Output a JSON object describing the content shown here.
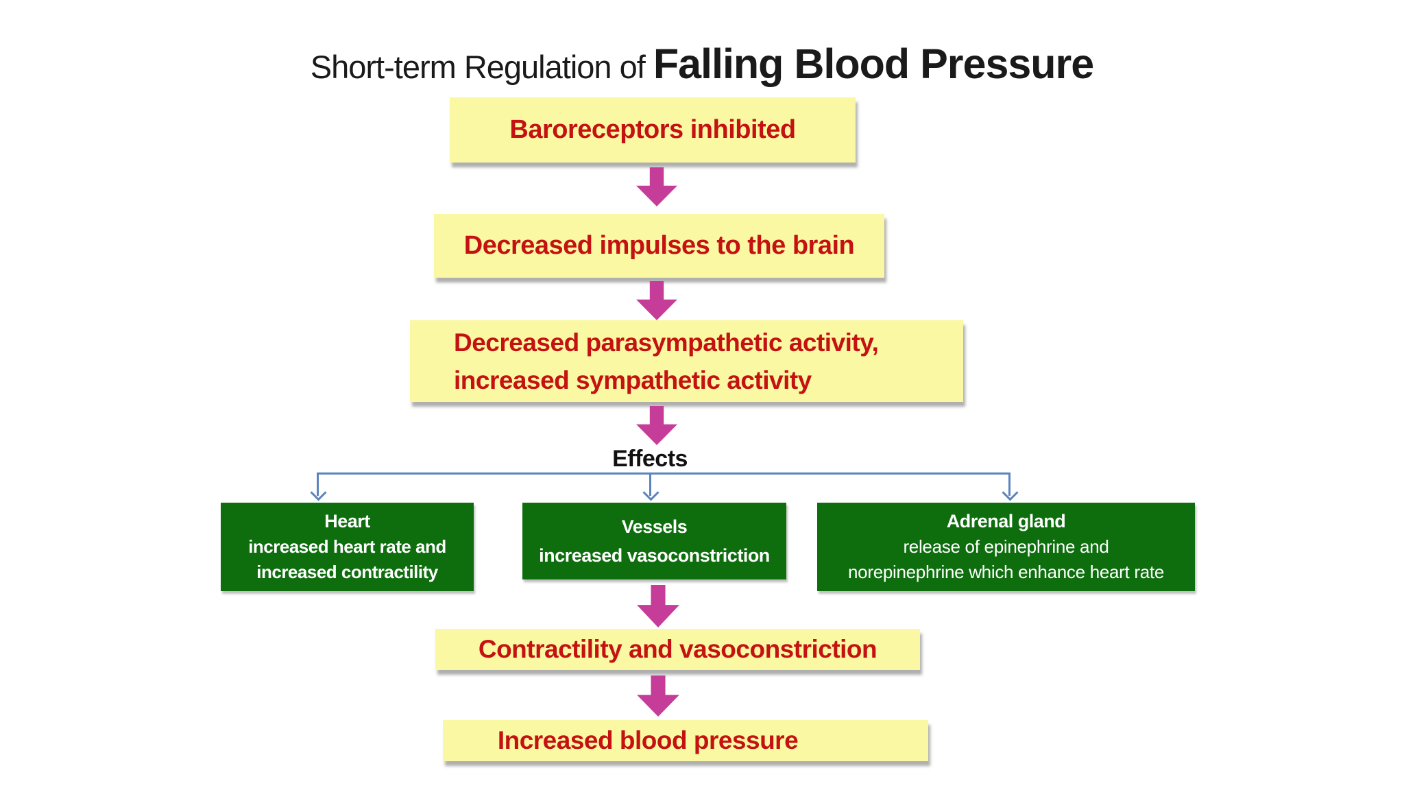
{
  "title": {
    "prefix": "Short-term Regulation of ",
    "emphasis": "Falling Blood Pressure"
  },
  "boxes": {
    "baroreceptors": "Baroreceptors inhibited",
    "impulses": "Decreased impulses to the brain",
    "autonomic_line1": "Decreased parasympathetic activity,",
    "autonomic_line2": "increased sympathetic activity",
    "contractility": "Contractility and vasoconstriction",
    "blood_pressure": "Increased blood pressure"
  },
  "effects": {
    "label": "Effects",
    "heart": {
      "title": "Heart",
      "line1": "increased heart rate and",
      "line2": "increased contractility"
    },
    "vessels": {
      "title": "Vessels",
      "line1": "increased vasoconstriction"
    },
    "adrenal": {
      "title": "Adrenal gland",
      "line1": "release of epinephrine and",
      "line2": "norepinephrine which enhance heart rate"
    }
  },
  "colors": {
    "flow_box_fill": "#FAF8A2",
    "flow_box_text": "#C41212",
    "arrow": "#C63C99",
    "effect_box_fill": "#0E6E0E",
    "effect_box_text": "#FFFFFF",
    "connector_line": "#5B84BC",
    "title_text": "#1A1A1A",
    "background": "#FFFFFF"
  }
}
